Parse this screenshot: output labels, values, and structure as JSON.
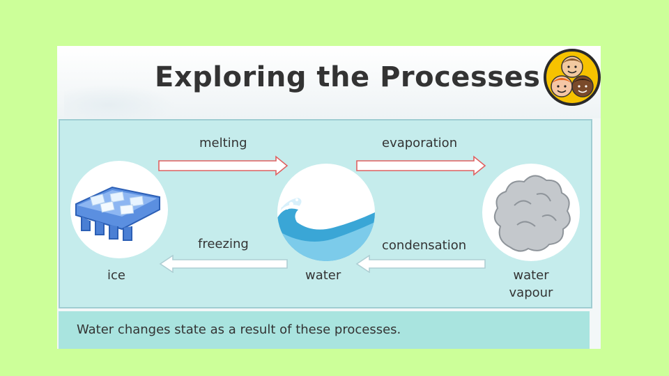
{
  "title": "Exploring the Processes",
  "processes": {
    "melting": "melting",
    "evaporation": "evaporation",
    "freezing": "freezing",
    "condensation": "condensation"
  },
  "states": {
    "ice": "ice",
    "water": "water",
    "vapour_line1": "water",
    "vapour_line2": "vapour"
  },
  "footer_text": "Water changes state as a result of these processes.",
  "icons": [
    "children-faces-logo",
    "ice-tray-icon",
    "water-wave-icon",
    "vapour-cloud-icon"
  ],
  "colors": {
    "page_bg": "#ccff99",
    "panel_bg": "#c5ecec",
    "footer_bg": "#a9e4df",
    "arrow_forward_border": "#e06060",
    "arrow_back_border": "#aecfd4"
  }
}
